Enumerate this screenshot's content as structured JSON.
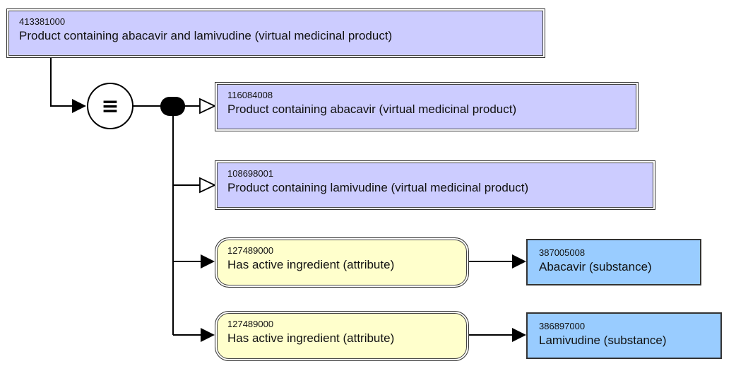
{
  "diagram": {
    "focus_concept": {
      "code": "413381000",
      "label": "Product containing abacavir and lamivudine (virtual medicinal product)"
    },
    "definition_status_symbol": "≡",
    "parents": [
      {
        "code": "116084008",
        "label": "Product containing abacavir (virtual medicinal product)"
      },
      {
        "code": "108698001",
        "label": "Product containing lamivudine (virtual medicinal product)"
      }
    ],
    "relationships": [
      {
        "attribute": {
          "code": "127489000",
          "label": "Has active ingredient (attribute)"
        },
        "value": {
          "code": "387005008",
          "label": "Abacavir (substance)"
        }
      },
      {
        "attribute": {
          "code": "127489000",
          "label": "Has active ingredient (attribute)"
        },
        "value": {
          "code": "386897000",
          "label": "Lamivudine (substance)"
        }
      }
    ],
    "colors": {
      "concept_fill": "#ccccff",
      "attribute_fill": "#ffffcc",
      "substance_fill": "#99ccff",
      "line": "#000000"
    }
  }
}
